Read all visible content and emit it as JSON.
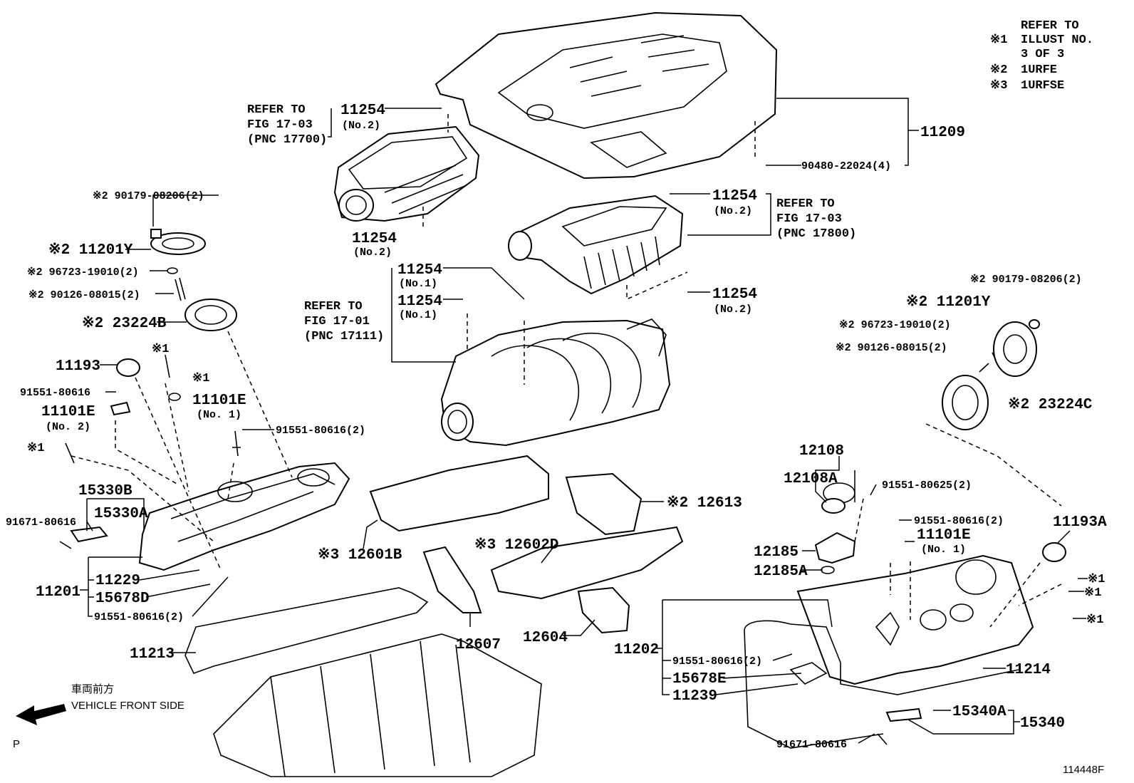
{
  "legend": {
    "line1": "REFER TO",
    "mark1": "※1",
    "line2": "ILLUST NO.",
    "line3": "3 OF 3",
    "mark2": "※2",
    "note2": "1URFE",
    "mark3": "※3",
    "note3": "1URFSE"
  },
  "refs": {
    "r1": [
      "REFER TO",
      "FIG 17-03",
      "(PNC 17700)"
    ],
    "r2": [
      "REFER TO",
      "FIG 17-03",
      "(PNC 17800)"
    ],
    "r3": [
      "REFER TO",
      "FIG 17-01",
      "(PNC 17111)"
    ]
  },
  "parts": {
    "p11254a": "11254",
    "p11254a_sub": "(No.2)",
    "p11254b": "11254",
    "p11254b_sub": "(No.2)",
    "p11254c": "11254",
    "p11254c_sub": "(No.2)",
    "p11254d": "11254",
    "p11254d_sub": "(No.2)",
    "p11254e": "11254",
    "p11254e_sub": "(No.1)",
    "p11254f": "11254",
    "p11254f_sub": "(No.1)",
    "p11209": "11209",
    "p90480": "90480-22024(4)",
    "l90179": "※2 90179-08206(2)",
    "l11201Y": "※2 11201Y",
    "l96723": "※2 96723-19010(2)",
    "l90126": "※2 90126-08015(2)",
    "l23224B": "※2 23224B",
    "r90179": "※2 90179-08206(2)",
    "r11201Y": "※2 11201Y",
    "r96723": "※2 96723-19010(2)",
    "r90126": "※2 90126-08015(2)",
    "r23224C": "※2 23224C",
    "p11193": "11193",
    "m1a": "※1",
    "m1b": "※1",
    "m1c": "※1",
    "p91551a": "91551-80616",
    "p11101Ea": "11101E",
    "p11101Ea_sub": "(No. 2)",
    "p11101Eb": "11101E",
    "p11101Eb_sub": "(No. 1)",
    "p91551b": "91551-80616(2)",
    "p15330B": "15330B",
    "p15330A": "15330A",
    "p91671a": "91671-80616",
    "p11201": "11201",
    "p11229": "11229",
    "p15678D": "15678D",
    "p91551c": "91551-80616(2)",
    "p11213": "11213",
    "p12601B": "※3 12601B",
    "p12602D": "※3 12602D",
    "p12613": "※2 12613",
    "p12607": "12607",
    "p12604": "12604",
    "p12108": "12108",
    "p12108A": "12108A",
    "p91551d": "91551-80625(2)",
    "p91551e": "91551-80616(2)",
    "p11101Ec": "11101E",
    "p11101Ec_sub": "(No. 1)",
    "p12185": "12185",
    "p12185A": "12185A",
    "p11193A": "11193A",
    "m1d": "※1",
    "m1e": "※1",
    "m1f": "※1",
    "p11202": "11202",
    "p91551f": "91551-80616(2)",
    "p15678E": "15678E",
    "p11239": "11239",
    "p11214": "11214",
    "p15340A": "15340A",
    "p15340": "15340",
    "p91671b": "91671-80616"
  },
  "direction": {
    "jp": "車両前方",
    "en": "VEHICLE FRONT SIDE"
  },
  "corner_p": "P",
  "figure_id": "114448F"
}
